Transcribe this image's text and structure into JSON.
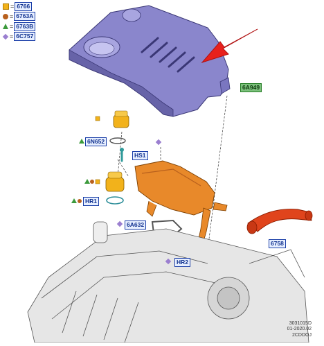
{
  "legend": [
    {
      "symbol": "square",
      "code": "6766"
    },
    {
      "symbol": "circle",
      "code": "6763A"
    },
    {
      "symbol": "triangle",
      "code": "6763B"
    },
    {
      "symbol": "diamond",
      "code": "6C757"
    }
  ],
  "callouts": {
    "engine_cover": "6A949",
    "oil_cap_seal": "6N652",
    "hose_clamp": "HS1",
    "oil_ring": "HR1",
    "gasket": "6A632",
    "lower_ring": "HR2",
    "breather_hose": "6758"
  },
  "footer": {
    "line1": "3031015D",
    "line2": "01-2020.02",
    "line3": "2CDDOJ"
  },
  "colors": {
    "cover": "#8a86cc",
    "separator": "#e8892a",
    "hose": "#e0441c",
    "tag_border": "#1b3fa8",
    "tag_fill": "#e7efff",
    "green_tag": "#7cc07c"
  },
  "symbols": {
    "square": "yellow-square-icon",
    "circle": "brown-circle-icon",
    "triangle": "green-triangle-icon",
    "diamond": "purple-diamond-icon",
    "arrow": "red-arrow-icon"
  }
}
